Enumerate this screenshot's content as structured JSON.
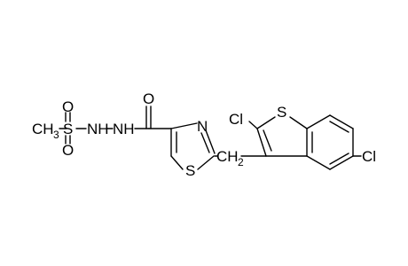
{
  "molecule": {
    "labels": {
      "ch3": "CH",
      "ch3_sub": "3",
      "s_sulfonyl": "S",
      "o_sulfonyl_top": "O",
      "o_sulfonyl_bottom": "O",
      "nh_1": "NH",
      "nh_2": "NH",
      "o_carbonyl": "O",
      "n_thiazole": "N",
      "s_thiazole": "S",
      "ch2": "CH",
      "ch2_sub": "2",
      "s_benzothiophene": "S",
      "cl_2": "Cl",
      "cl_5": "Cl"
    },
    "colors": {
      "bond": "#000000",
      "text": "#000000",
      "background": "#ffffff"
    }
  }
}
